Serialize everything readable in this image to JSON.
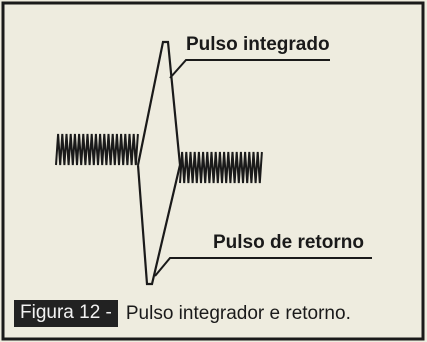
{
  "figure": {
    "label_top": "Pulso integrado",
    "label_bottom": "Pulso de retorno",
    "caption_tag": "Figura 12 -",
    "caption_text": "Pulso integrador e retorno."
  }
}
